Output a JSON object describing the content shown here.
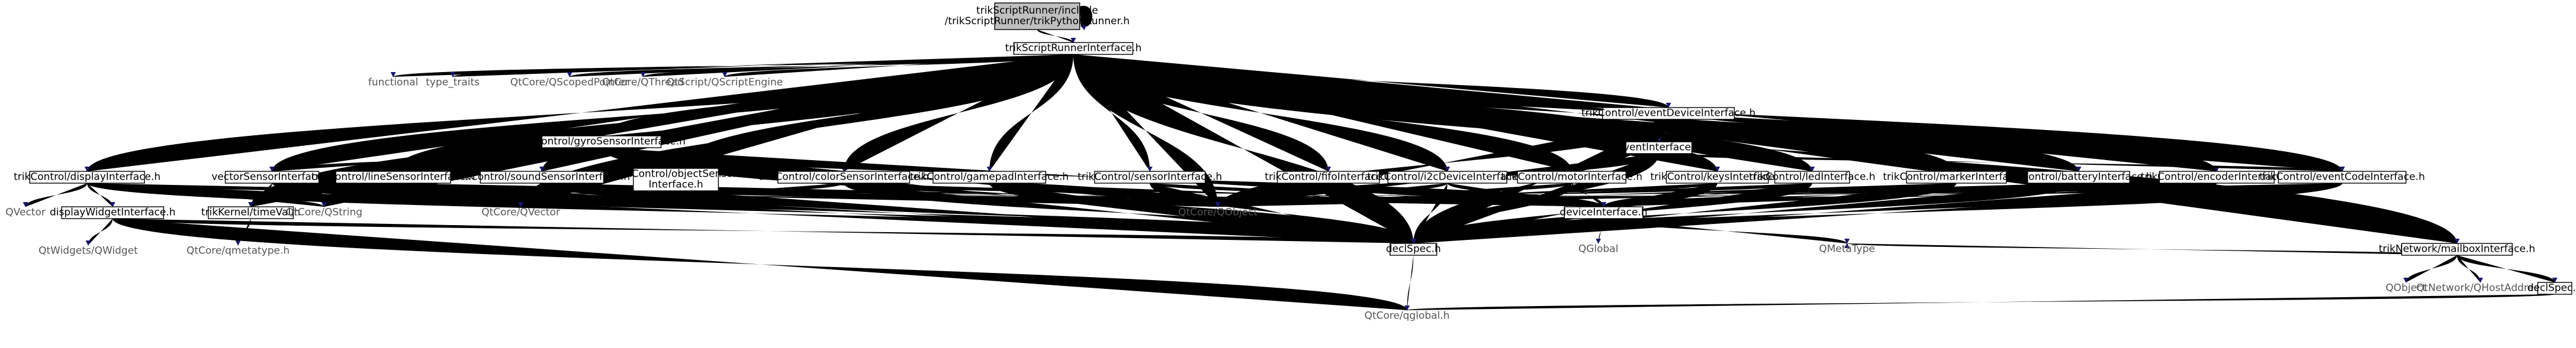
{
  "root_nodes": [
    {
      "id": "root",
      "lines": [
        "trikScriptRunner/include",
        "/trikScriptRunner/trikPythonRunner.h"
      ]
    }
  ],
  "nodes": [
    {
      "id": "sri",
      "lines": [
        "trikScriptRunnerInterface.h"
      ],
      "kind": "linked"
    },
    {
      "id": "functional",
      "lines": [
        "functional"
      ],
      "kind": "ext"
    },
    {
      "id": "type_traits",
      "lines": [
        "type_traits"
      ],
      "kind": "ext"
    },
    {
      "id": "qscopedptr",
      "lines": [
        "QtCore/QScopedPointer"
      ],
      "kind": "ext"
    },
    {
      "id": "qthread",
      "lines": [
        "QtCore/QThread"
      ],
      "kind": "ext"
    },
    {
      "id": "qscriptengine",
      "lines": [
        "QtScript/QScriptEngine"
      ],
      "kind": "ext"
    },
    {
      "id": "evtdev",
      "lines": [
        "trikControl/eventDeviceInterface.h"
      ],
      "kind": "linked"
    },
    {
      "id": "gyro",
      "lines": [
        "trikControl/gyroSensorInterface.h"
      ],
      "kind": "linked"
    },
    {
      "id": "eventif",
      "lines": [
        "eventInterface.h"
      ],
      "kind": "linked"
    },
    {
      "id": "display",
      "lines": [
        "trikControl/displayInterface.h"
      ],
      "kind": "linked"
    },
    {
      "id": "vecsens",
      "lines": [
        "vectorSensorInterface.h"
      ],
      "kind": "linked"
    },
    {
      "id": "linesens",
      "lines": [
        "trikControl/lineSensorInterface.h"
      ],
      "kind": "linked"
    },
    {
      "id": "soundsens",
      "lines": [
        "trikControl/soundSensorInterface.h"
      ],
      "kind": "linked"
    },
    {
      "id": "objsens",
      "lines": [
        "trikControl/objectSensor",
        "Interface.h"
      ],
      "kind": "linked"
    },
    {
      "id": "colorsens",
      "lines": [
        "trikControl/colorSensorInterface.h"
      ],
      "kind": "linked"
    },
    {
      "id": "gamepad",
      "lines": [
        "trikControl/gamepadInterface.h"
      ],
      "kind": "linked"
    },
    {
      "id": "sensor",
      "lines": [
        "trikControl/sensorInterface.h"
      ],
      "kind": "linked"
    },
    {
      "id": "fifo",
      "lines": [
        "trikControl/fifoInterface.h"
      ],
      "kind": "linked"
    },
    {
      "id": "i2c",
      "lines": [
        "trikControl/i2cDeviceInterface.h"
      ],
      "kind": "linked"
    },
    {
      "id": "motor",
      "lines": [
        "trikControl/motorInterface.h"
      ],
      "kind": "linked"
    },
    {
      "id": "keys",
      "lines": [
        "trikControl/keysInterface.h"
      ],
      "kind": "linked"
    },
    {
      "id": "led",
      "lines": [
        "trikControl/ledInterface.h"
      ],
      "kind": "linked"
    },
    {
      "id": "marker",
      "lines": [
        "trikControl/markerInterface.h"
      ],
      "kind": "linked"
    },
    {
      "id": "battery",
      "lines": [
        "trikControl/batteryInterface.h"
      ],
      "kind": "linked"
    },
    {
      "id": "encoder",
      "lines": [
        "trikControl/encoderInterface.h"
      ],
      "kind": "linked"
    },
    {
      "id": "evtcode",
      "lines": [
        "trikControl/eventCodeInterface.h"
      ],
      "kind": "linked"
    },
    {
      "id": "mailbox",
      "lines": [
        "trikNetwork/mailboxInterface.h"
      ],
      "kind": "linked"
    },
    {
      "id": "qvector1",
      "lines": [
        "QVector"
      ],
      "kind": "ext"
    },
    {
      "id": "dispwidget",
      "lines": [
        "displayWidgetInterface.h"
      ],
      "kind": "linked"
    },
    {
      "id": "kernel",
      "lines": [
        "trikKernel/timeVal.h"
      ],
      "kind": "linked"
    },
    {
      "id": "qstring",
      "lines": [
        "QtCore/QString"
      ],
      "kind": "ext"
    },
    {
      "id": "qvector2",
      "lines": [
        "QtCore/QVector"
      ],
      "kind": "ext"
    },
    {
      "id": "qobject",
      "lines": [
        "QtCore/QObject"
      ],
      "kind": "ext"
    },
    {
      "id": "devif",
      "lines": [
        "deviceInterface.h"
      ],
      "kind": "linked"
    },
    {
      "id": "qwidget",
      "lines": [
        "QtWidgets/QWidget"
      ],
      "kind": "ext"
    },
    {
      "id": "qmetatype_h",
      "lines": [
        "QtCore/qmetatype.h"
      ],
      "kind": "ext"
    },
    {
      "id": "declspec",
      "lines": [
        "declSpec.h"
      ],
      "kind": "linked"
    },
    {
      "id": "qglobal",
      "lines": [
        "QGlobal"
      ],
      "kind": "ext"
    },
    {
      "id": "qmetatype",
      "lines": [
        "QMetaType"
      ],
      "kind": "ext"
    },
    {
      "id": "qobject2",
      "lines": [
        "QObject"
      ],
      "kind": "ext"
    },
    {
      "id": "qhostaddr",
      "lines": [
        "QtNetwork/QHostAddress"
      ],
      "kind": "ext"
    },
    {
      "id": "declspec2",
      "lines": [
        "declSpec.h"
      ],
      "kind": "linked"
    },
    {
      "id": "qglobal_h",
      "lines": [
        "QtCore/qglobal.h"
      ],
      "kind": "ext"
    }
  ],
  "edges": [
    [
      "root",
      "root"
    ],
    [
      "root",
      "sri"
    ],
    [
      "sri",
      "functional"
    ],
    [
      "sri",
      "type_traits"
    ],
    [
      "sri",
      "qscopedptr"
    ],
    [
      "sri",
      "qthread"
    ],
    [
      "sri",
      "qscriptengine"
    ],
    [
      "sri",
      "evtdev"
    ],
    [
      "sri",
      "gyro"
    ],
    [
      "sri",
      "eventif"
    ],
    [
      "sri",
      "display"
    ],
    [
      "sri",
      "vecsens"
    ],
    [
      "sri",
      "linesens"
    ],
    [
      "sri",
      "soundsens"
    ],
    [
      "sri",
      "objsens"
    ],
    [
      "sri",
      "colorsens"
    ],
    [
      "sri",
      "gamepad"
    ],
    [
      "sri",
      "sensor"
    ],
    [
      "sri",
      "fifo"
    ],
    [
      "sri",
      "i2c"
    ],
    [
      "sri",
      "motor"
    ],
    [
      "sri",
      "keys"
    ],
    [
      "sri",
      "led"
    ],
    [
      "sri",
      "marker"
    ],
    [
      "sri",
      "battery"
    ],
    [
      "sri",
      "encoder"
    ],
    [
      "sri",
      "evtcode"
    ],
    [
      "sri",
      "mailbox"
    ],
    [
      "sri",
      "qobject"
    ],
    [
      "sri",
      "declspec"
    ],
    [
      "sri",
      "qvector2"
    ],
    [
      "sri",
      "qstring"
    ],
    [
      "sri",
      "kernel"
    ],
    [
      "evtdev",
      "eventif"
    ],
    [
      "evtdev",
      "qobject"
    ],
    [
      "evtdev",
      "declspec"
    ],
    [
      "evtdev",
      "evtcode"
    ],
    [
      "gyro",
      "vecsens"
    ],
    [
      "gyro",
      "qobject"
    ],
    [
      "gyro",
      "declspec"
    ],
    [
      "gyro",
      "devif"
    ],
    [
      "eventif",
      "qobject"
    ],
    [
      "eventif",
      "declspec"
    ],
    [
      "eventif",
      "evtcode"
    ],
    [
      "display",
      "qvector1"
    ],
    [
      "display",
      "dispwidget"
    ],
    [
      "display",
      "qobject"
    ],
    [
      "display",
      "declspec"
    ],
    [
      "display",
      "qstring"
    ],
    [
      "vecsens",
      "kernel"
    ],
    [
      "vecsens",
      "qvector2"
    ],
    [
      "vecsens",
      "qobject"
    ],
    [
      "vecsens",
      "declspec"
    ],
    [
      "vecsens",
      "devif"
    ],
    [
      "linesens",
      "qobject"
    ],
    [
      "linesens",
      "qvector2"
    ],
    [
      "linesens",
      "declspec"
    ],
    [
      "linesens",
      "devif"
    ],
    [
      "linesens",
      "qstring"
    ],
    [
      "soundsens",
      "qvector2"
    ],
    [
      "soundsens",
      "qobject"
    ],
    [
      "soundsens",
      "declspec"
    ],
    [
      "soundsens",
      "devif"
    ],
    [
      "objsens",
      "qvector2"
    ],
    [
      "objsens",
      "qobject"
    ],
    [
      "objsens",
      "declspec"
    ],
    [
      "objsens",
      "devif"
    ],
    [
      "colorsens",
      "qvector2"
    ],
    [
      "colorsens",
      "qobject"
    ],
    [
      "colorsens",
      "declspec"
    ],
    [
      "colorsens",
      "devif"
    ],
    [
      "gamepad",
      "qobject"
    ],
    [
      "gamepad",
      "declspec"
    ],
    [
      "gamepad",
      "devif"
    ],
    [
      "sensor",
      "qobject"
    ],
    [
      "sensor",
      "declspec"
    ],
    [
      "sensor",
      "devif"
    ],
    [
      "fifo",
      "qobject"
    ],
    [
      "fifo",
      "declspec"
    ],
    [
      "fifo",
      "devif"
    ],
    [
      "i2c",
      "qobject"
    ],
    [
      "i2c",
      "declspec"
    ],
    [
      "i2c",
      "devif"
    ],
    [
      "motor",
      "qobject"
    ],
    [
      "motor",
      "declspec"
    ],
    [
      "motor",
      "devif"
    ],
    [
      "keys",
      "qobject"
    ],
    [
      "keys",
      "declspec"
    ],
    [
      "keys",
      "devif"
    ],
    [
      "led",
      "qobject"
    ],
    [
      "led",
      "declspec"
    ],
    [
      "led",
      "devif"
    ],
    [
      "marker",
      "qobject"
    ],
    [
      "marker",
      "declspec"
    ],
    [
      "marker",
      "devif"
    ],
    [
      "battery",
      "qobject"
    ],
    [
      "battery",
      "declspec"
    ],
    [
      "battery",
      "devif"
    ],
    [
      "encoder",
      "qobject"
    ],
    [
      "encoder",
      "declspec"
    ],
    [
      "encoder",
      "devif"
    ],
    [
      "evtcode",
      "qobject"
    ],
    [
      "evtcode",
      "declspec"
    ],
    [
      "evtcode",
      "devif"
    ],
    [
      "dispwidget",
      "qwidget"
    ],
    [
      "dispwidget",
      "declspec"
    ],
    [
      "kernel",
      "qmetatype_h"
    ],
    [
      "devif",
      "qglobal"
    ],
    [
      "devif",
      "declspec"
    ],
    [
      "devif",
      "qmetatype"
    ],
    [
      "declspec",
      "qglobal_h"
    ],
    [
      "mailbox",
      "qobject2"
    ],
    [
      "mailbox",
      "qhostaddr"
    ],
    [
      "mailbox",
      "declspec2"
    ],
    [
      "mailbox",
      "qmetatype"
    ],
    [
      "declspec2",
      "qglobal_h"
    ],
    [
      "dispwidget",
      "qglobal_h"
    ]
  ]
}
